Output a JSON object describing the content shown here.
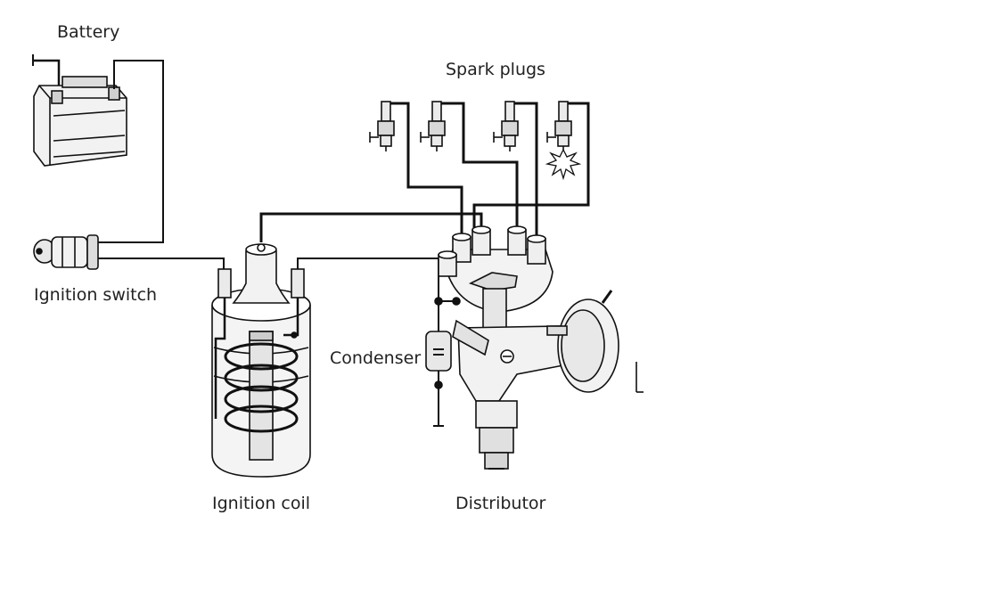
{
  "labels": {
    "battery": "Battery",
    "spark_plugs": "Spark plugs",
    "ignition_switch": "Ignition switch",
    "condenser": "Condenser",
    "ignition_coil": "Ignition coil",
    "distributor": "Distributor"
  },
  "spark_plug_count": 4,
  "colors": {
    "line": "#111111",
    "fill_light": "#eeeeee",
    "fill_mid": "#cfcfcf"
  }
}
